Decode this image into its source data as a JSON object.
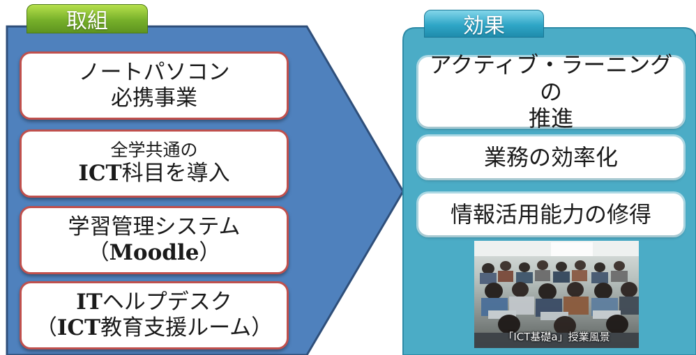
{
  "colors": {
    "arrow_fill": "#4f81bd",
    "arrow_stroke": "#2f4f7a",
    "effect_fill": "#4bacc6",
    "initiative_border": "#c0504d",
    "tab_green": "#77b02a",
    "tab_blue": "#2fa6c7"
  },
  "left_panel": {
    "tab_label": "取組",
    "items": [
      {
        "line1": "ノートパソコン",
        "line2": "必携事業"
      },
      {
        "line1": "全学共通の",
        "line2_bold": "ICT",
        "line2_rest": "科目を導入"
      },
      {
        "line1": "学習管理システム",
        "line2_open": "（",
        "line2_bold": "Moodle",
        "line2_close": "）"
      },
      {
        "line1_bold": "IT",
        "line1_rest": "ヘルプデスク",
        "line2_open": "（",
        "line2_bold": "ICT",
        "line2_rest": "教育支援ルーム）"
      }
    ]
  },
  "right_panel": {
    "tab_label": "効果",
    "items": [
      {
        "line1": "アクティブ・ラーニングの",
        "line2": "推進"
      },
      {
        "line1": "業務の効率化"
      },
      {
        "line1": "情報活用能力の修得"
      }
    ],
    "photo": {
      "icon": "classroom-photo",
      "caption": "「ICT基礎a」授業風景"
    }
  }
}
